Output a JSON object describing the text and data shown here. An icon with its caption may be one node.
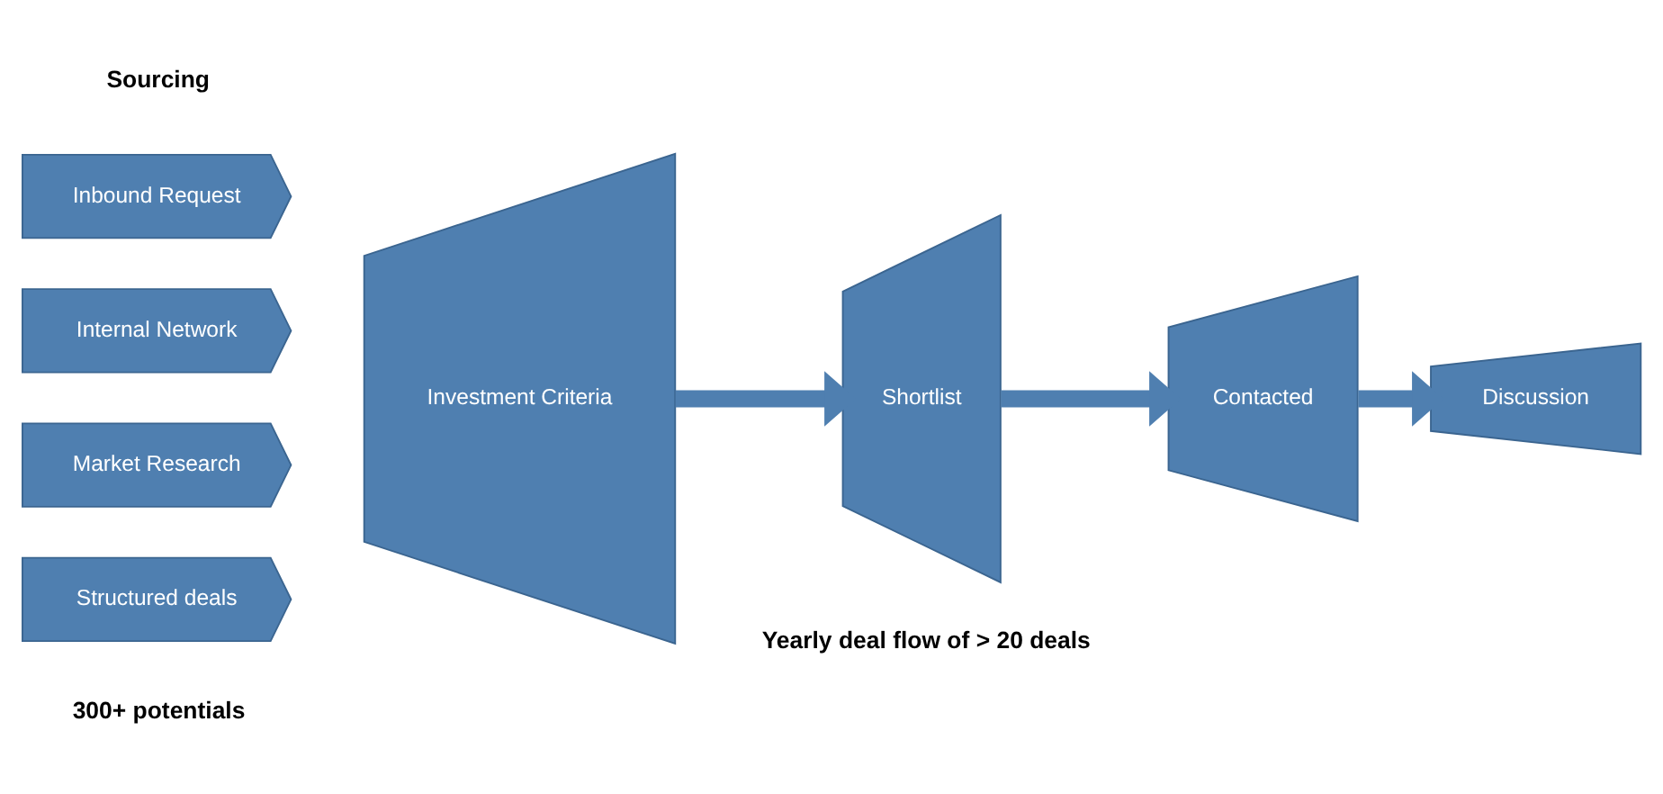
{
  "diagram": {
    "nodes": [
      {
        "text": [
          "Inbound Request"
        ]
      },
      {
        "text": [
          "Internal Network"
        ]
      },
      {
        "text": [
          "Market Research"
        ]
      },
      {
        "text": [
          "Structured deals"
        ]
      },
      {
        "text": [
          "Investment Criteria"
        ]
      },
      {
        "text": [
          "Shortlist"
        ]
      },
      {
        "text": [
          "Contacted"
        ]
      },
      {
        "text": [
          "Discussion"
        ]
      }
    ],
    "edges": [
      {
        "from": 4,
        "to": 5,
        "arrow": "to"
      },
      {
        "from": 5,
        "to": 6,
        "arrow": "to"
      },
      {
        "from": 6,
        "to": 7,
        "arrow": "to"
      }
    ],
    "labels": [
      "Sourcing",
      "300+ potentials",
      "Yearly deal flow of > 20 deals"
    ]
  }
}
